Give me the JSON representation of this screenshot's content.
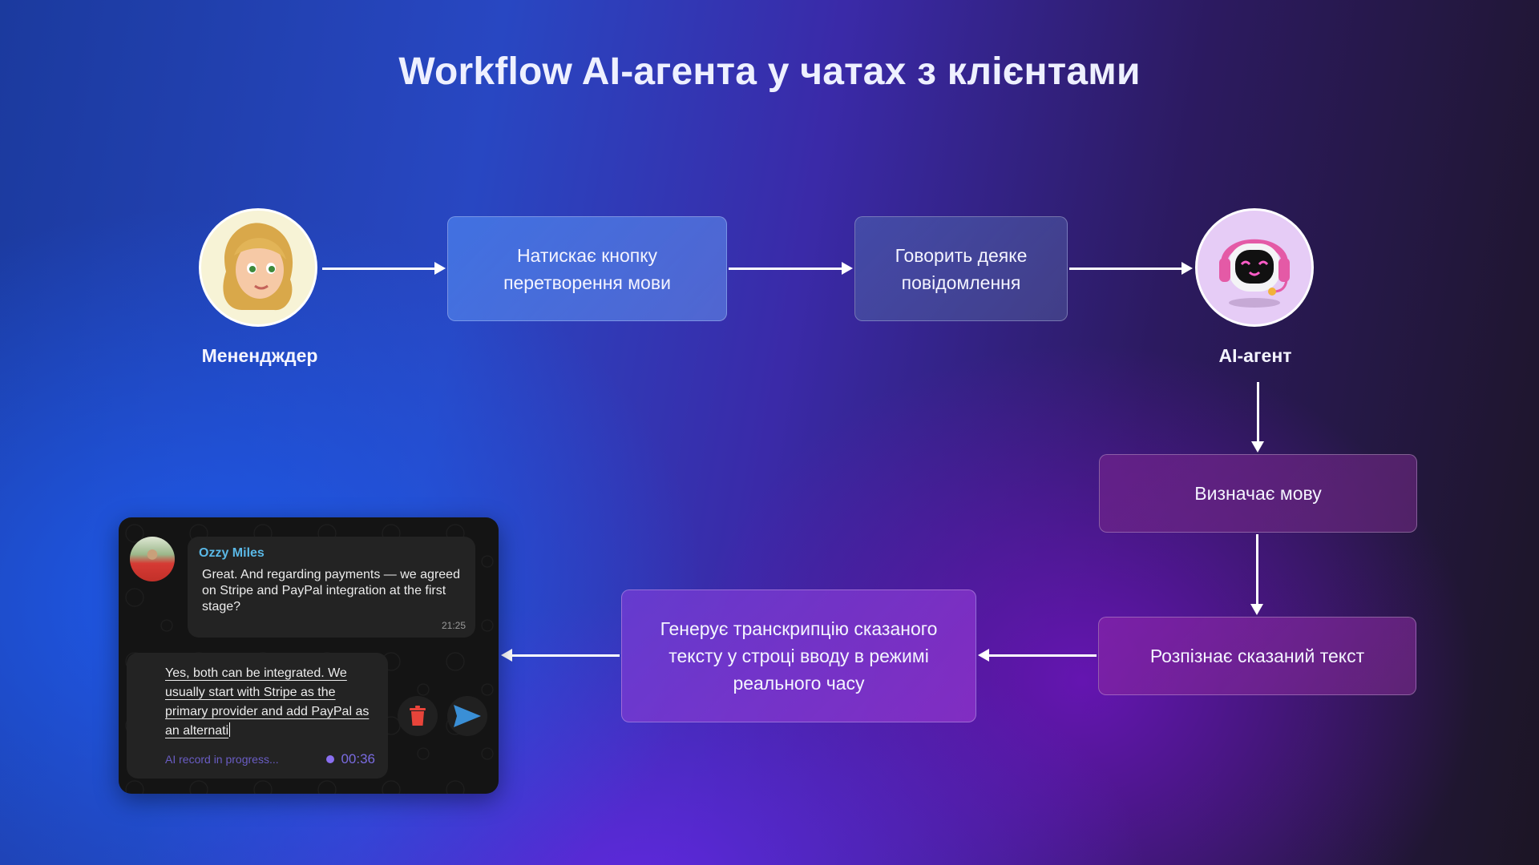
{
  "title": "Workflow AI-агента у чатах з клієнтами",
  "nodes": {
    "manager": {
      "label": "Менендждер",
      "icon": "manager-avatar-icon"
    },
    "agent": {
      "label": "AI-агент",
      "icon": "robot-headset-avatar-icon"
    }
  },
  "steps": [
    {
      "id": "b1",
      "text": "Натискає кнопку перетворення мови"
    },
    {
      "id": "b2",
      "text": "Говорить деяке повідомлення"
    },
    {
      "id": "b3",
      "text": "Визначає мову"
    },
    {
      "id": "b4",
      "text": "Розпізнає сказаний текст"
    },
    {
      "id": "b5",
      "text": "Генерує транскрипцію сказаного тексту у строці вводу в режимі реального часу"
    }
  ],
  "chat": {
    "incoming": {
      "sender": "Ozzy Miles",
      "text": "Great. And regarding payments — we agreed on Stripe and PayPal integration at the first stage?",
      "time": "21:25"
    },
    "draft": {
      "text": "Yes, both can be integrated. We usually start with Stripe as the primary provider and add PayPal as an alternati",
      "status": "AI record in progress...",
      "timer": "00:36"
    },
    "buttons": {
      "delete": "trash-icon",
      "send": "send-icon"
    }
  },
  "colors": {
    "sender_name": "#5ab8e6",
    "status": "#6a5dc4",
    "record_dot": "#8a6ff0",
    "delete": "#e8443a",
    "send": "#3a8fd6",
    "agent_avatar_bg": "#e6ccf6",
    "manager_avatar_bg": "#f7f3d6"
  }
}
